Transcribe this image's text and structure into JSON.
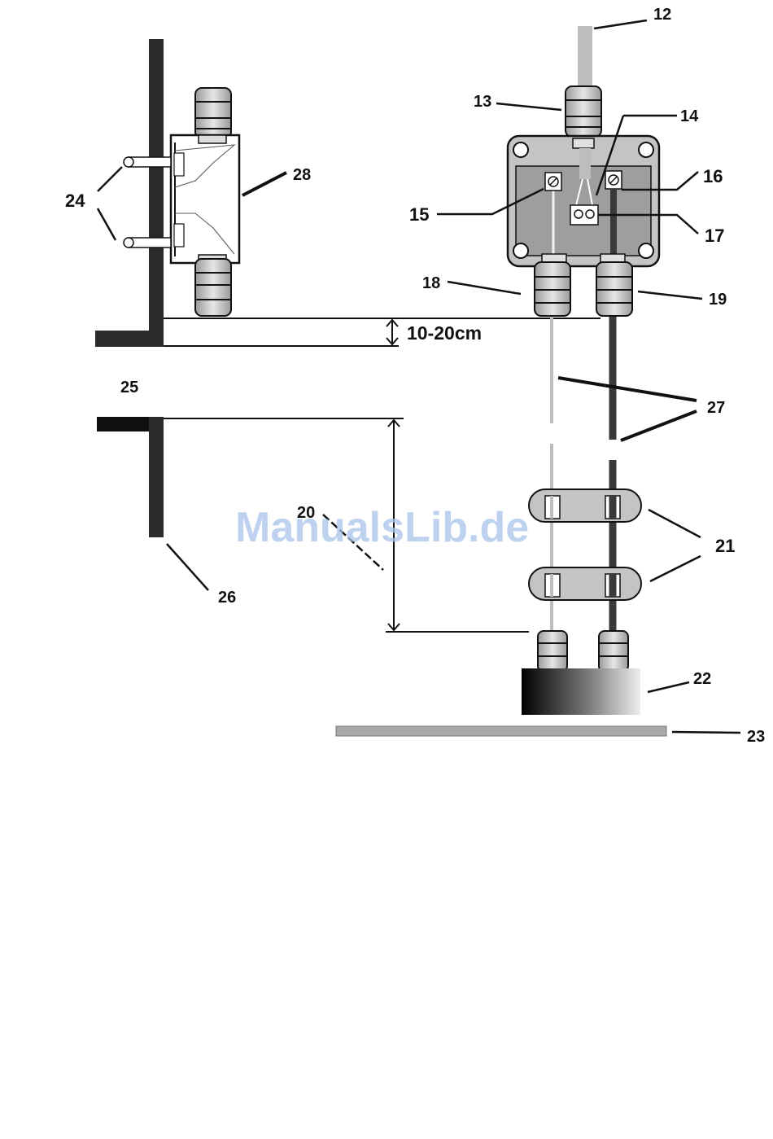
{
  "labels": {
    "l12": "12",
    "l13": "13",
    "l14": "14",
    "l15": "15",
    "l16": "16",
    "l17": "17",
    "l18": "18",
    "l19": "19",
    "l20": "20",
    "l21": "21",
    "l22": "22",
    "l23": "23",
    "l24": "24",
    "l25": "25",
    "l26": "26",
    "l27": "27",
    "l28": "28"
  },
  "dimension_text": "10-20cm",
  "watermark": "ManualsLib.de",
  "colors": {
    "wall": "#2a2a2a",
    "box_fill": "#bdbdbd",
    "box_inner": "#9e9e9e",
    "cable_light": "#bdbdbd",
    "cable_dark": "#3a3a3a",
    "base_plate": "#a8a8a8",
    "watermark": "#a9c4ec"
  }
}
